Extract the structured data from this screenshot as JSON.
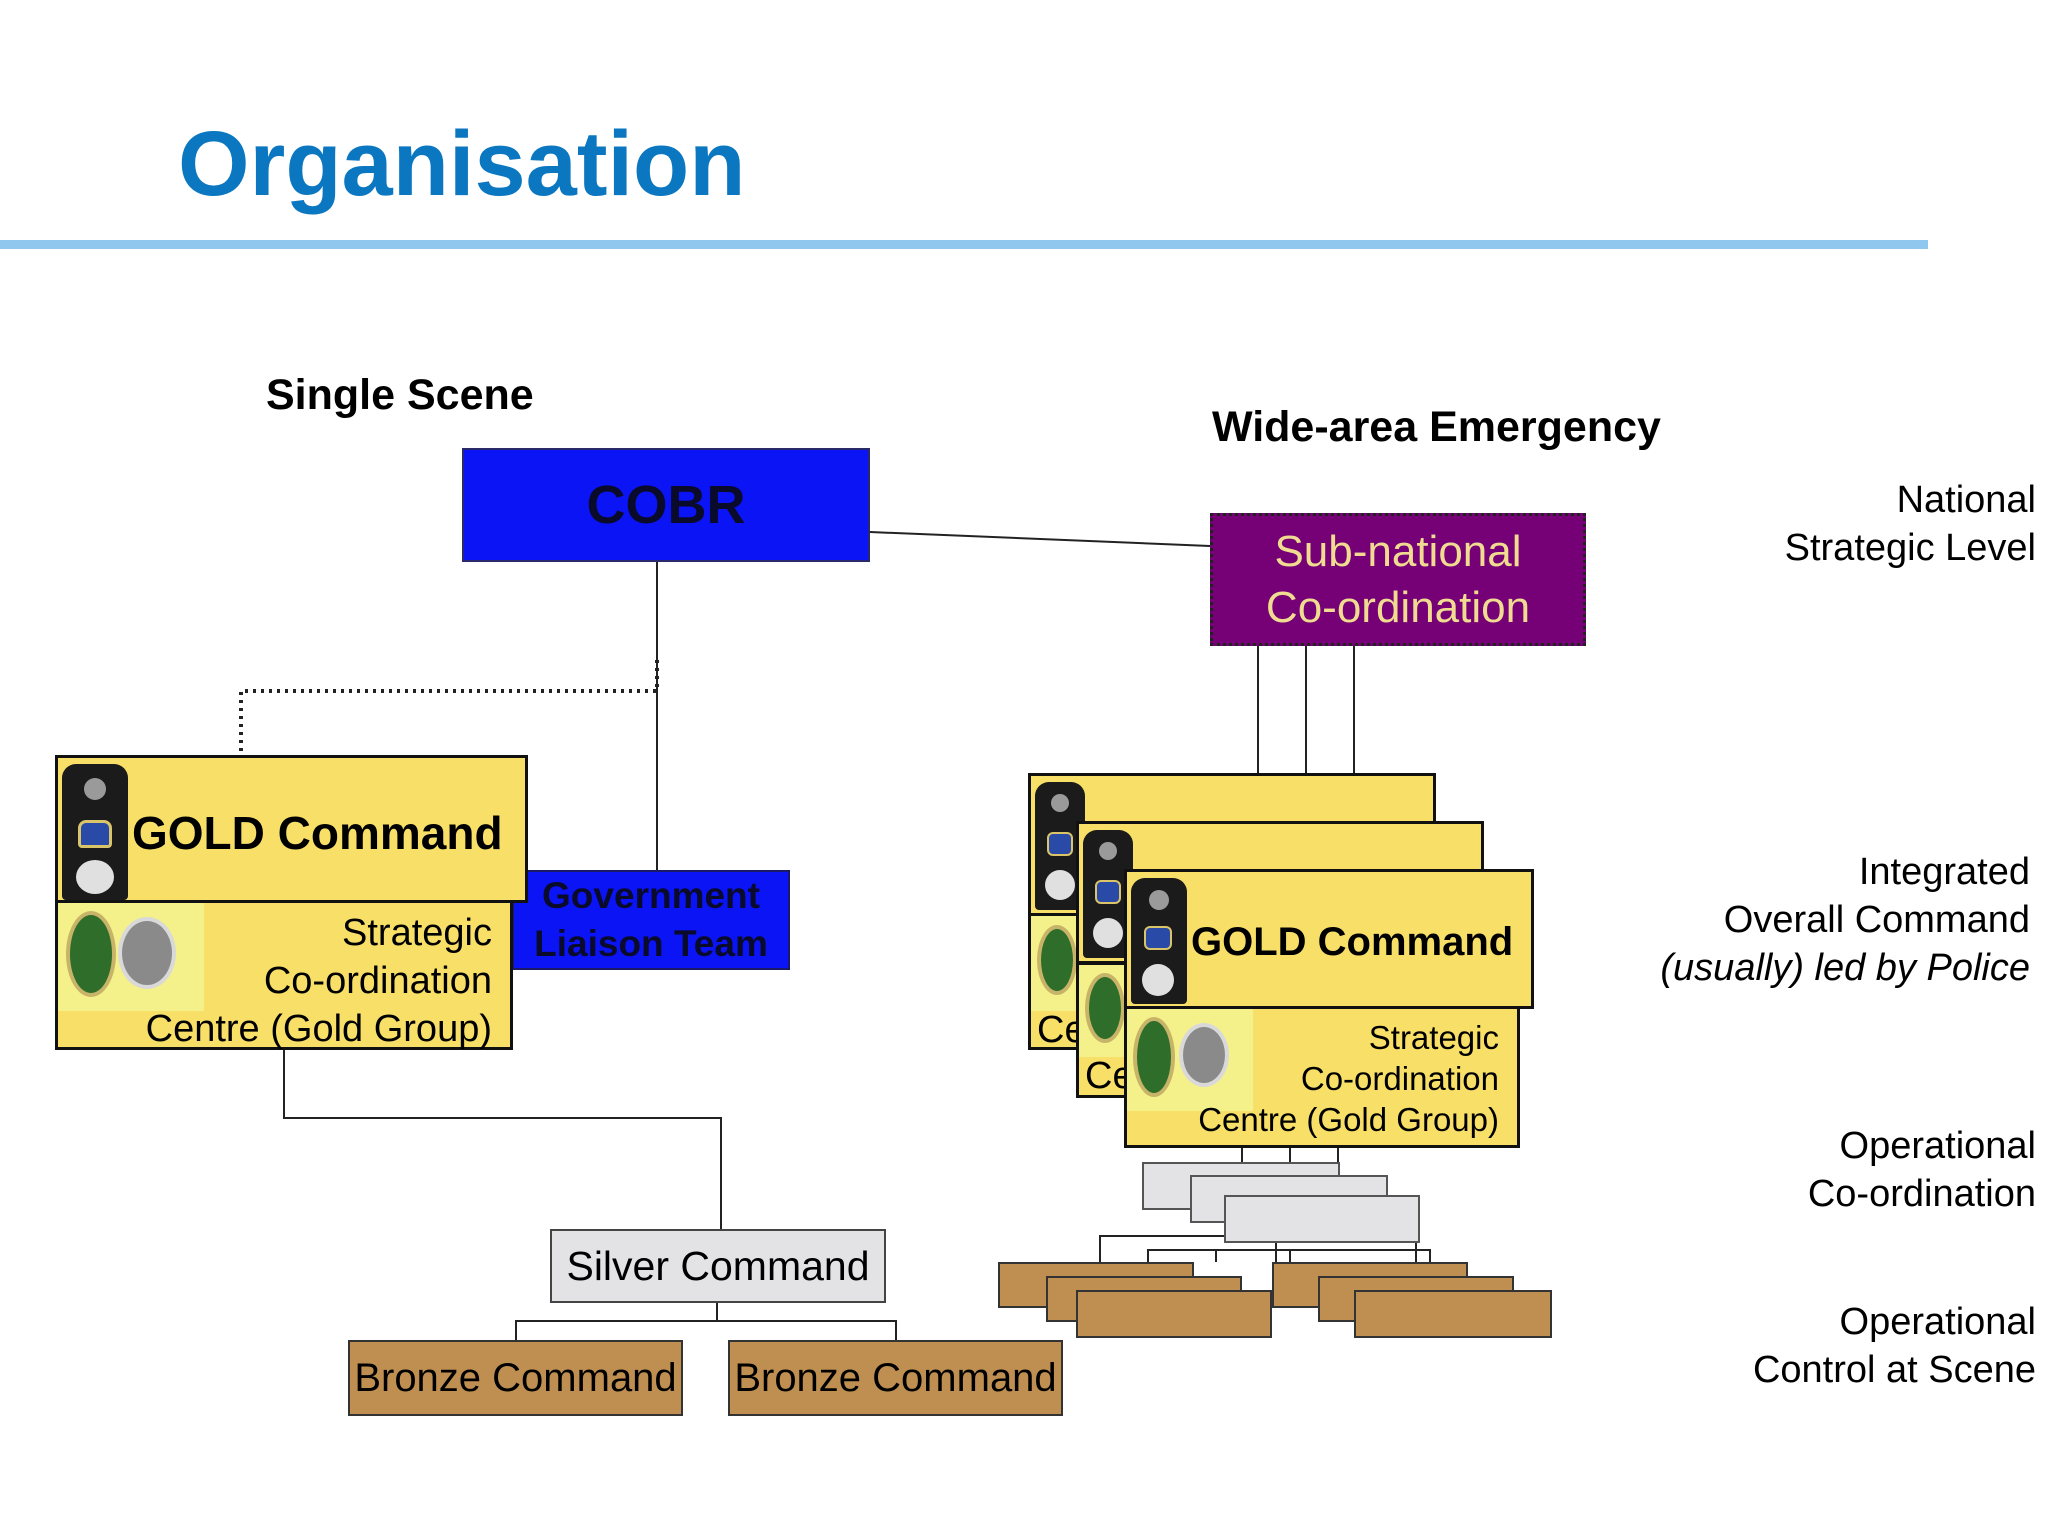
{
  "slide": {
    "title": "Organisation"
  },
  "sections": {
    "single_scene": "Single Scene",
    "wide_area": "Wide-area Emergency"
  },
  "single_scene": {
    "cobr": "COBR",
    "gold": {
      "label": "GOLD Command",
      "sub": [
        "Strategic",
        "Co-ordination",
        "Centre (Gold Group)"
      ]
    },
    "glt": [
      "Government",
      "Liaison Team"
    ],
    "silver": "Silver Command",
    "bronze": [
      "Bronze Command",
      "Bronze Command"
    ]
  },
  "wide_area": {
    "subnational": [
      "Sub-national",
      "Co-ordination"
    ],
    "gold": {
      "label": "GOLD Command",
      "sub": [
        "Strategic",
        "Co-ordination",
        "Centre (Gold Group)"
      ],
      "partial_text": [
        "Ce",
        "Ce"
      ]
    }
  },
  "levels": {
    "national": [
      "National",
      "Strategic Level"
    ],
    "integrated": [
      "Integrated",
      "Overall Command",
      "(usually) led by Police"
    ],
    "operational_coordination": [
      "Operational",
      "Co-ordination"
    ],
    "operational_control": [
      "Operational",
      "Control at Scene"
    ]
  },
  "colors": {
    "title": "#0b77c0",
    "title_rule": "#8fc7ef",
    "cobr": "#0b14f4",
    "subnational": "#760076",
    "subnational_text": "#f0dc90",
    "gold": "#f8df68",
    "silver": "#e3e3e5",
    "bronze": "#bf8f52"
  }
}
